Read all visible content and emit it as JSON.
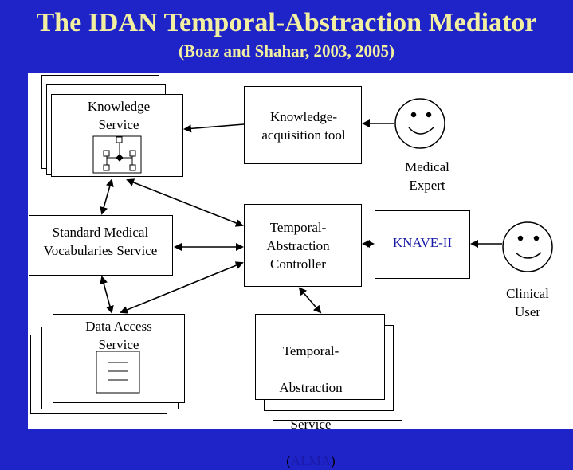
{
  "title": "The IDAN Temporal-Abstraction Mediator",
  "subtitle": "(Boaz and Shahar, 2003, 2005)",
  "nodes": {
    "knowledge_service": "Knowledge\nService",
    "knowledge_acquisition_tool": "Knowledge-\nacquisition tool",
    "medical_expert": "Medical\nExpert",
    "standard_medical_vocabularies": "Standard Medical\nVocabularies Service",
    "ta_controller": "Temporal-\nAbstraction\nController",
    "knave": "KNAVE-II",
    "clinical_user": "Clinical\nUser",
    "data_access_service": "Data Access\nService",
    "ta_service": {
      "line1": "Temporal-",
      "line2": "Abstraction",
      "line3": "Service",
      "paren_open": "(",
      "alma": "ALMA",
      "paren_close": ")"
    }
  },
  "colors": {
    "background": "#1f24c8",
    "title": "#f2f0a0",
    "accent_text": "#1a1aa8"
  }
}
